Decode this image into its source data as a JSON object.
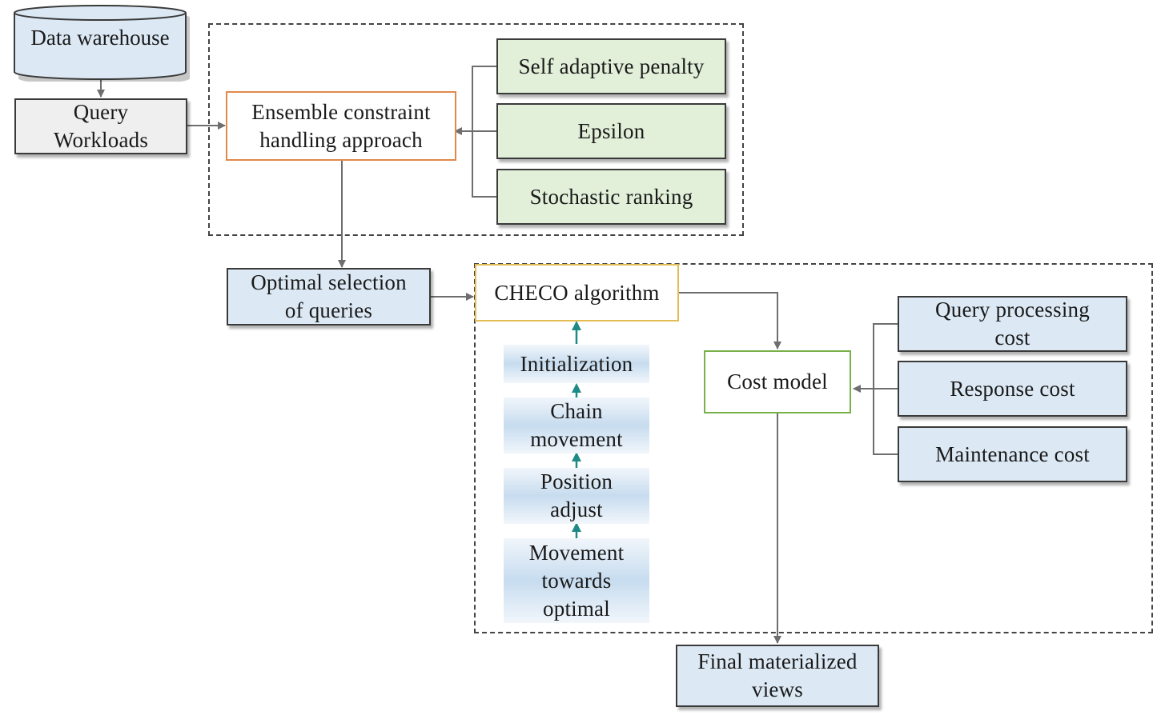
{
  "nodes": {
    "data_warehouse": "Data warehouse",
    "query_workloads": "Query\nWorkloads",
    "ensemble_approach": "Ensemble constraint\nhandling approach",
    "self_adaptive_penalty": "Self adaptive penalty",
    "epsilon": "Epsilon",
    "stochastic_ranking": "Stochastic ranking",
    "optimal_selection": "Optimal selection\nof queries",
    "checo_algorithm": "CHECO algorithm",
    "initialization": "Initialization",
    "chain_movement": "Chain\nmovement",
    "position_adjust": "Position\nadjust",
    "movement_towards_optimal": "Movement\ntowards\noptimal",
    "cost_model": "Cost model",
    "query_processing_cost": "Query processing\ncost",
    "response_cost": "Response cost",
    "maintenance_cost": "Maintenance cost",
    "final_materialized_views": "Final materialized\nviews"
  },
  "colors": {
    "blue_fill": "#dce9f5",
    "green_fill": "#e2efd9",
    "gray_fill": "#efefef",
    "ensemble_border": "#e08a4a",
    "checo_border": "#e2bd55",
    "cost_model_border": "#79b04a",
    "connector": "#6e6e6e",
    "step_arrow": "#1e8a86"
  }
}
